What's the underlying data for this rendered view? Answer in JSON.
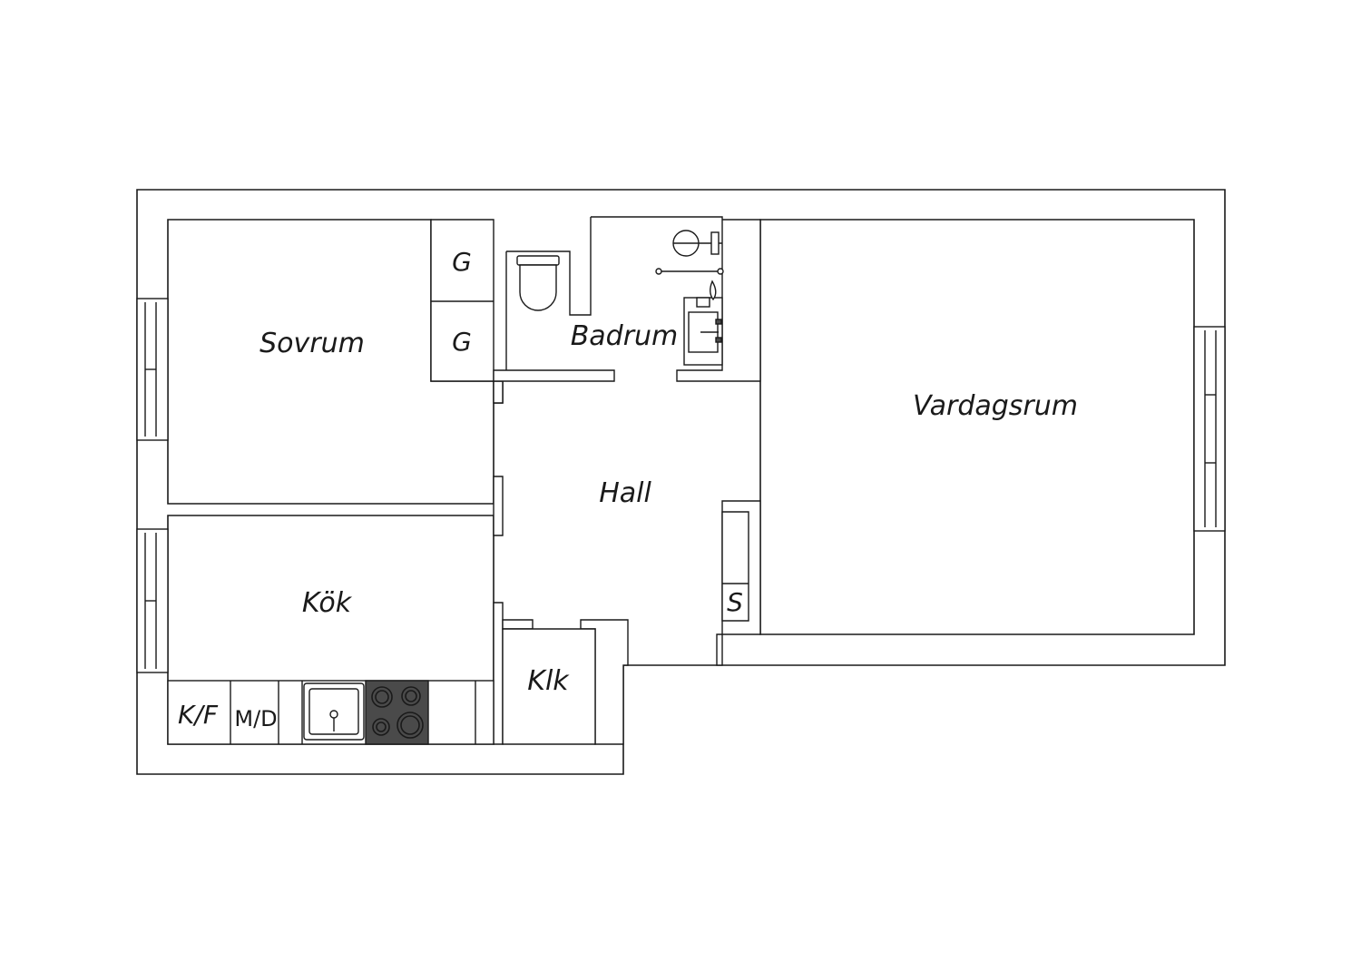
{
  "rooms": {
    "sovrum": "Sovrum",
    "badrum": "Badrum",
    "vardagsrum": "Vardagsrum",
    "hall": "Hall",
    "kok": "Kök",
    "klk": "Klk"
  },
  "fixtures": {
    "wardrobe_1": "G",
    "wardrobe_2": "G",
    "storage": "S",
    "fridge_freezer": "K/F",
    "microwave_dishwasher": "M/D"
  }
}
